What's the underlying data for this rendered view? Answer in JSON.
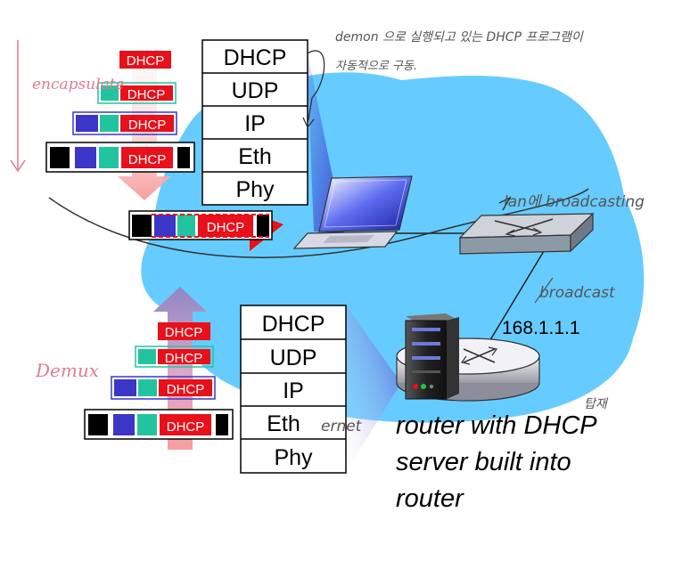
{
  "protocol_stack_top": [
    "DHCP",
    "UDP",
    "IP",
    "Eth",
    "Phy"
  ],
  "protocol_stack_bottom": [
    "DHCP",
    "UDP",
    "IP",
    "Eth",
    "Phy"
  ],
  "packet_label": "DHCP",
  "annotations": {
    "encapsulate": "encapsulate",
    "demux": "Demux",
    "daemon_note_line1": "demon 으로 실행되고 있는 DHCP 프로그램이",
    "daemon_note_line2": "자동적으로 구동.",
    "lan_broadcasting": "lan에 broadcasting",
    "broadcast": "broadcast",
    "ethernet_suffix": "ernet",
    "tapjae": "탑재"
  },
  "router_ip": "168.1.1.1",
  "caption": [
    "router with DHCP",
    "server built into",
    "router"
  ],
  "colors": {
    "network_cloud": "#66ccff",
    "dhcp_red": "#e8101a",
    "udp_green": "#22c4a0",
    "ip_blue": "#3b36c8",
    "frame_black": "#000000",
    "down_arrow": "#f7a9a9",
    "up_arrow": "#8f86c4",
    "annotation_red": "#e07d8d"
  },
  "icons": [
    "laptop-icon",
    "switch-icon",
    "server-icon",
    "router-icon"
  ]
}
